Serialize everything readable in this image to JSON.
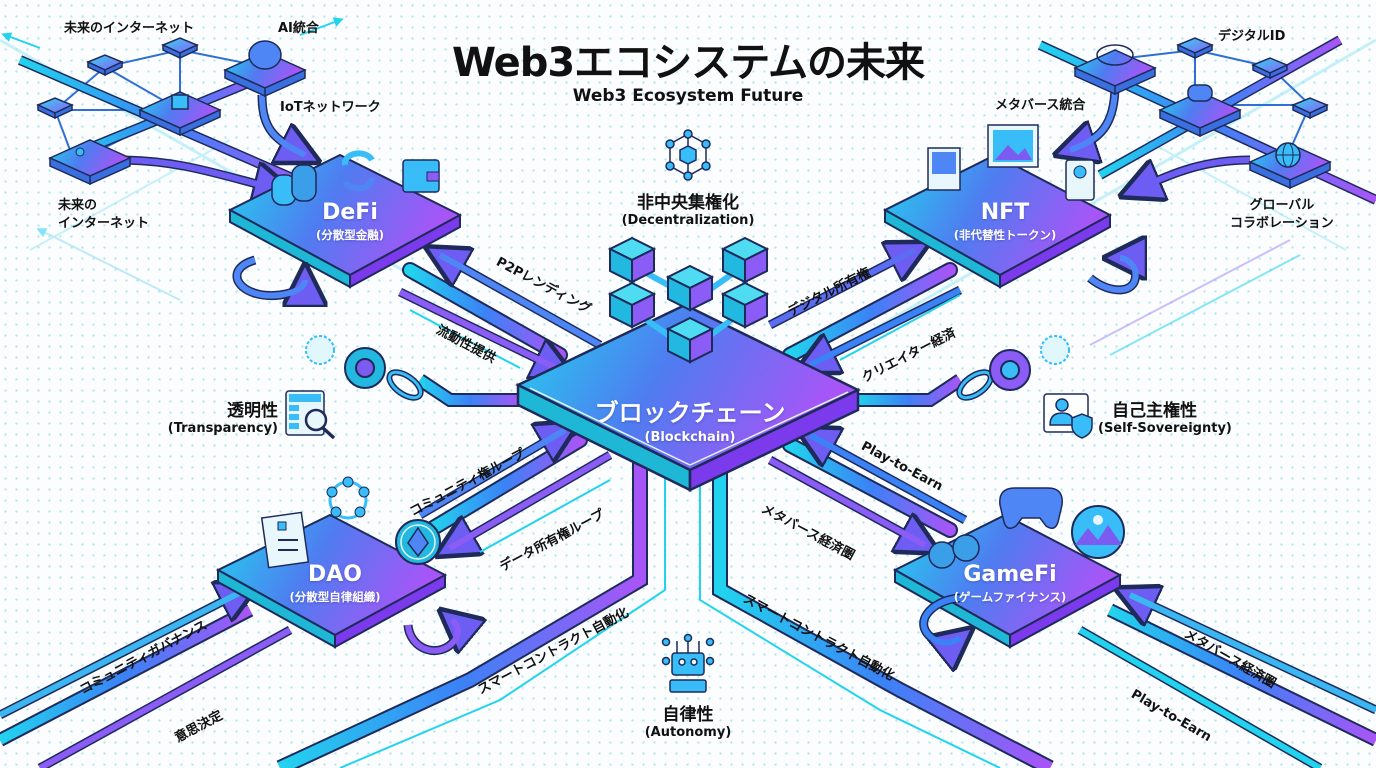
{
  "header": {
    "title": "Web3エコシステムの未来",
    "subtitle": "Web3 Ecosystem Future"
  },
  "colors": {
    "cyan": "#22d3ee",
    "blue": "#3b82f6",
    "violet": "#a855f7",
    "outline": "#1e2a5a",
    "dot": "#b9e6ee"
  },
  "center": {
    "name": "ブロックチェーン",
    "name_en": "(Blockchain)",
    "icon": "chained-blocks-icon"
  },
  "platforms": {
    "defi": {
      "name": "DeFi",
      "sub": "(分散型金融)",
      "icons": [
        "coin-stack-icon",
        "exchange-arrows-icon",
        "wallet-icon"
      ]
    },
    "nft": {
      "name": "NFT",
      "sub": "(非代替性トークン)",
      "icons": [
        "framed-picture-icon",
        "picture-frame-icon",
        "certificate-scroll-icon"
      ]
    },
    "dao": {
      "name": "DAO",
      "sub": "(分散型自律組織)",
      "icons": [
        "ballot-checklist-icon",
        "community-circle-icon",
        "ethereum-coin-icon"
      ]
    },
    "gamefi": {
      "name": "GameFi",
      "sub": "(ゲームファイナンス)",
      "icons": [
        "coins-icon",
        "gamepad-icon",
        "landscape-globe-icon"
      ]
    }
  },
  "concepts": {
    "decentralization": {
      "jp": "非中央集権化",
      "en": "(Decentralization)",
      "icon": "network-cube-icon"
    },
    "transparency": {
      "jp": "透明性",
      "en": "(Transparency)",
      "icon": "database-search-icon"
    },
    "self_sovereignty": {
      "jp": "自己主権性",
      "en": "(Self-Sovereignty)",
      "icon": "user-shield-icon"
    },
    "autonomy": {
      "jp": "自律性",
      "en": "(Autonomy)",
      "icon": "robot-icon"
    }
  },
  "network_labels": {
    "future_internet_top": "未来のインターネット",
    "ai_integration": "AI統合",
    "iot_network": "IoTネットワーク",
    "future_internet_bottom_1": "未来の",
    "future_internet_bottom_2": "インターネット",
    "digital_id": "デジタルID",
    "metaverse_integration": "メタバース統合",
    "global_collab_1": "グローバル",
    "global_collab_2": "コラボレーション"
  },
  "flow_labels": {
    "p2p_lending": "P2Pレンディング",
    "liquidity": "流動性提供",
    "digital_ownership": "デジタル所有権",
    "creator_economy": "クリエイター経済",
    "community_loop": "コミュニティ権ループ",
    "data_ownership_loop": "データ所有権ループ",
    "play_to_earn": "Play-to-Earn",
    "metaverse_economy": "メタバース経済圏",
    "community_governance": "コミュニティガバナンス",
    "decision_making": "意思決定",
    "smart_contract_left": "スマートコントラクト自動化",
    "smart_contract_right": "スマートコントラクト自動化",
    "metaverse_economy_br": "メタバース経済圏",
    "play_to_earn_br": "Play-to-Earn"
  }
}
